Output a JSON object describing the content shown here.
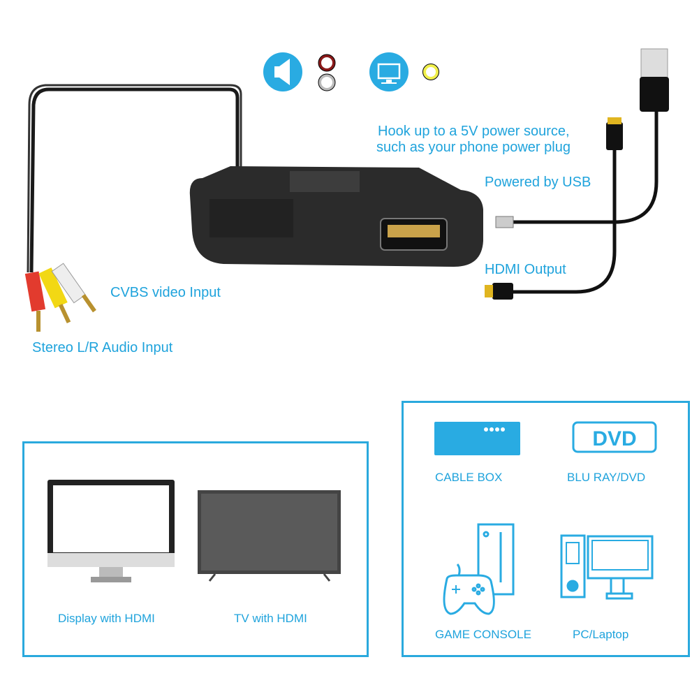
{
  "colors": {
    "accent": "#29abe2",
    "label": "#1fa3dc",
    "device": "#2b2b2b"
  },
  "top_icons": [
    {
      "icon": "speaker-icon",
      "jacks": [
        "red",
        "white"
      ]
    },
    {
      "icon": "monitor-icon",
      "jacks": [
        "yellow"
      ]
    }
  ],
  "callouts": {
    "power_source_line1": "Hook up to a 5V power source,",
    "power_source_line2": "such as your phone power plug",
    "powered_by_usb": "Powered by USB",
    "hdmi_output": "HDMI Output",
    "cvbs_input": "CVBS video Input",
    "audio_input": "Stereo L/R Audio Input"
  },
  "displays": [
    {
      "label": "Display with HDMI",
      "icon": "computer-monitor-icon"
    },
    {
      "label": "TV with HDMI",
      "icon": "tv-icon"
    }
  ],
  "sources": [
    {
      "label": "CABLE BOX",
      "icon": "cable-box-icon"
    },
    {
      "label": "BLU RAY/DVD",
      "icon": "dvd-icon",
      "icon_text": "DVD"
    },
    {
      "label": "GAME CONSOLE",
      "icon": "game-console-icon"
    },
    {
      "label": "PC/Laptop",
      "icon": "pc-icon"
    }
  ]
}
